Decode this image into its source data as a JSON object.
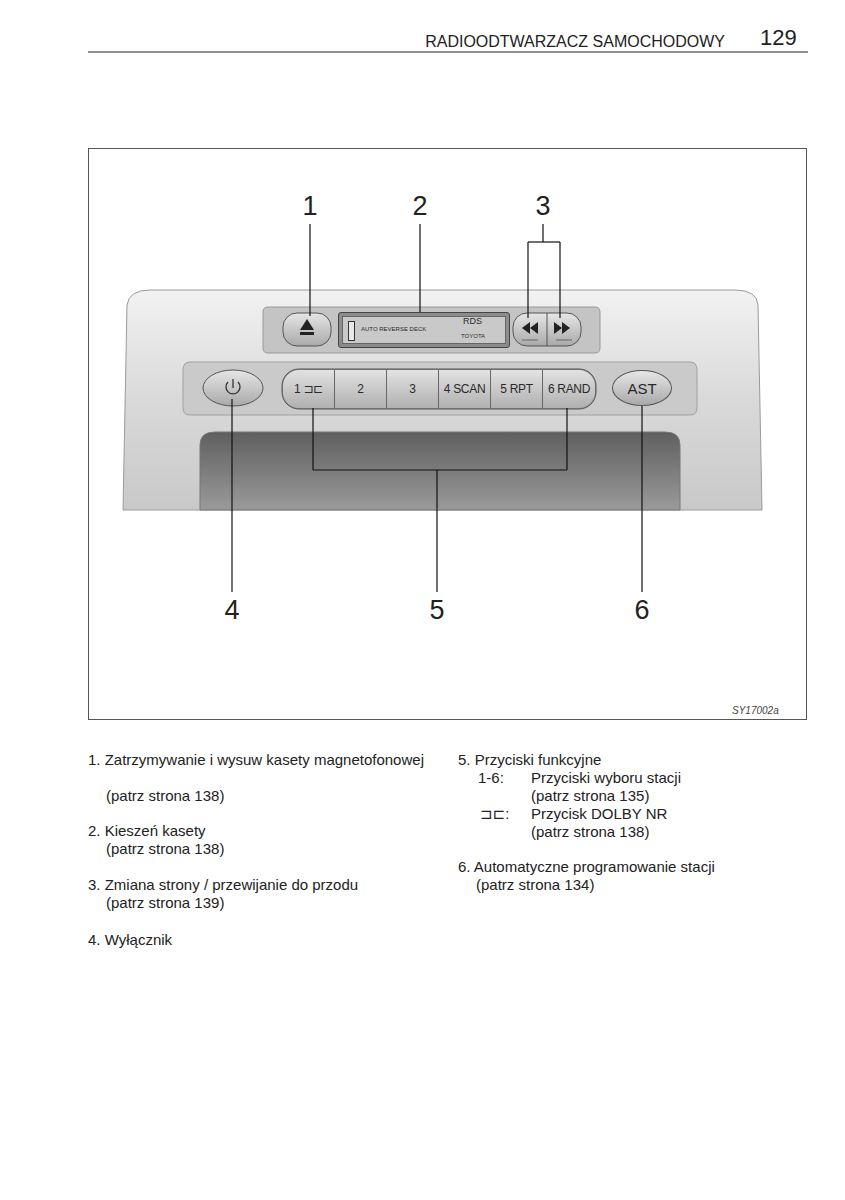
{
  "diagram": {
    "nodes": [
      {
        "text": [
          "AUTO REVERSE DECK",
          "RDS",
          "TOYOTA"
        ]
      },
      {
        "text": [
          "1 ⊐⊏"
        ]
      },
      {
        "text": [
          "2"
        ]
      },
      {
        "text": [
          "3"
        ]
      },
      {
        "text": [
          "4 SCAN"
        ]
      },
      {
        "text": [
          "5 RPT"
        ]
      },
      {
        "text": [
          "6 RAND"
        ]
      },
      {
        "text": [
          "AST"
        ]
      }
    ],
    "edges": [],
    "labels": [
      "RADIOODTWARZACZ SAMOCHODOWY",
      "129",
      "1",
      "2",
      "3",
      "4",
      "5",
      "6",
      "SY17002a",
      "1. Zatrzymywanie i wysuw kasety magnetofonowej",
      "(patrz strona 138)",
      "2. Kieszeń kasety",
      "(patrz strona 138)",
      "3. Zmiana strony / przewijanie do przodu",
      "(patrz strona 139)",
      "4. Wyłącznik",
      "5. Przyciski funkcyjne",
      "1-6:",
      "Przyciski wyboru stacji",
      "(patrz strona 135)",
      "⊐⊏:",
      "Przycisk DOLBY NR",
      "(patrz strona 138)",
      "6. Automatyczne programowanie stacji",
      "(patrz strona 134)"
    ]
  }
}
